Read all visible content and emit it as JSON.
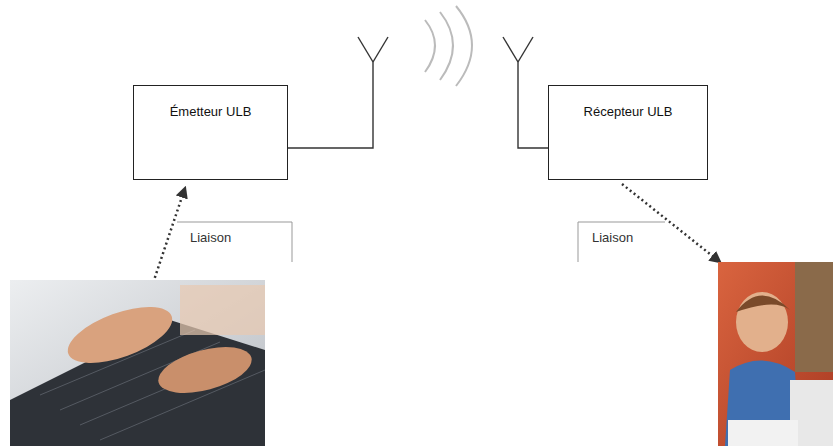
{
  "diagram": {
    "nodes": [
      {
        "text": [
          "Émetteur ULB"
        ]
      },
      {
        "text": [
          "Récepteur ULB"
        ]
      }
    ],
    "labels": [
      "Liaison",
      "Liaison"
    ]
  }
}
